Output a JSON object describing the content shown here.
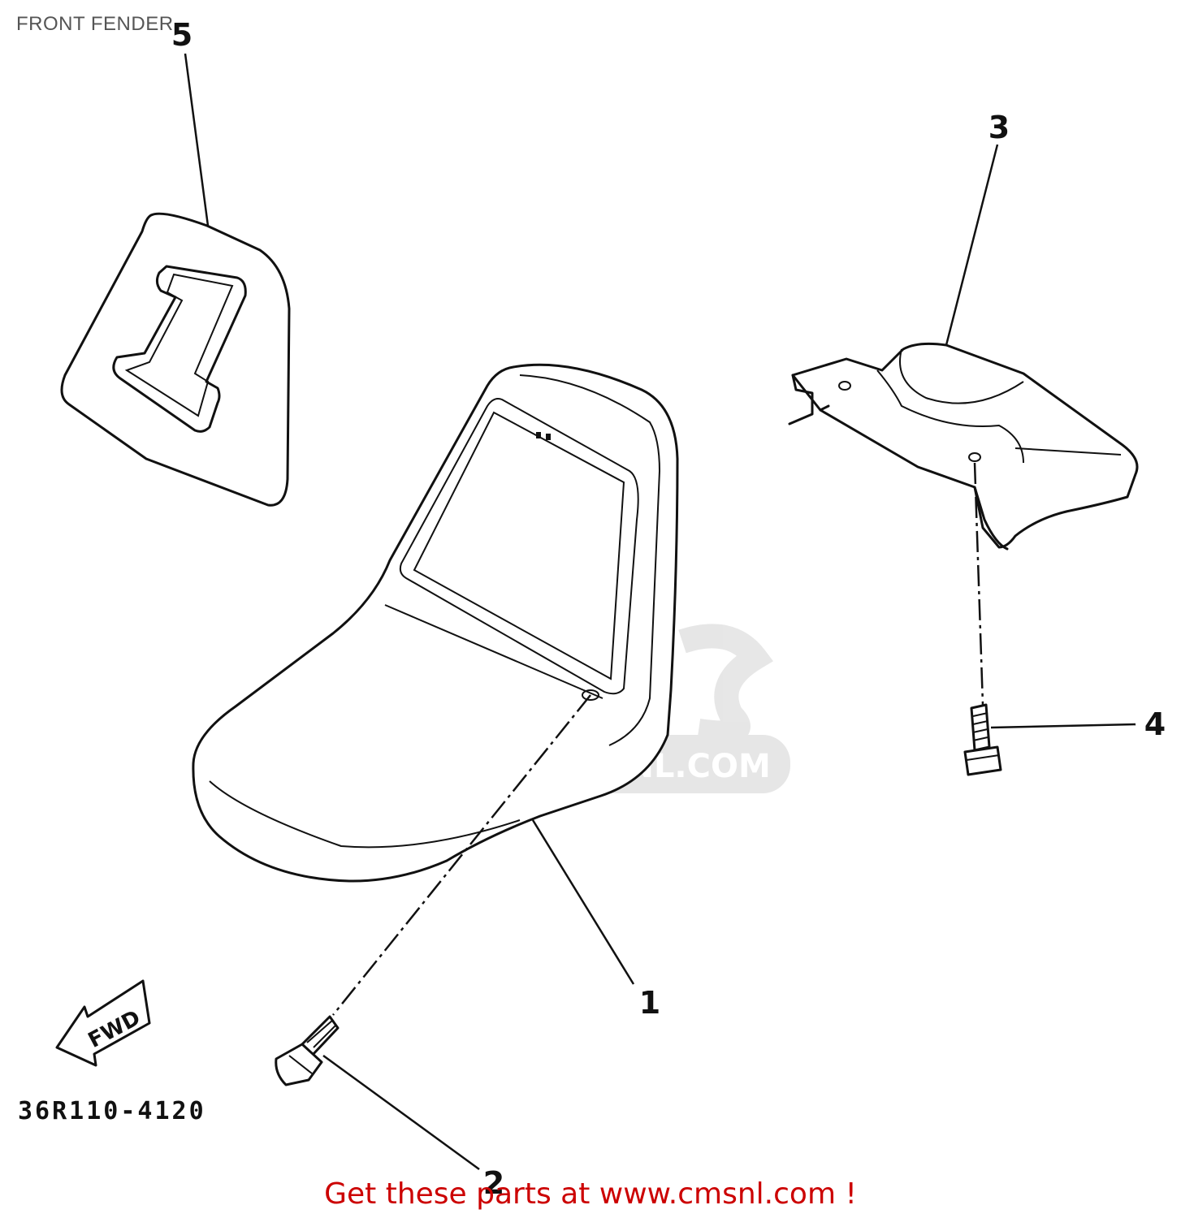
{
  "page": {
    "title": "FRONT FENDER",
    "diagram_code": "36R110-4120",
    "footer_link": "Get these parts at www.cmsnl.com !"
  },
  "callouts": [
    {
      "part": "front-fender",
      "label": "1"
    },
    {
      "part": "bolt",
      "label": "2"
    },
    {
      "part": "bracket",
      "label": "3"
    },
    {
      "part": "bolt",
      "label": "4"
    },
    {
      "part": "number-plate",
      "label": "5"
    }
  ],
  "direction_marker": {
    "label": "FWD",
    "icon": "forward-arrow-icon"
  },
  "watermark": {
    "text": "WWW.CMSNL.COM",
    "logo": "cmsnl-mascot-logo"
  }
}
